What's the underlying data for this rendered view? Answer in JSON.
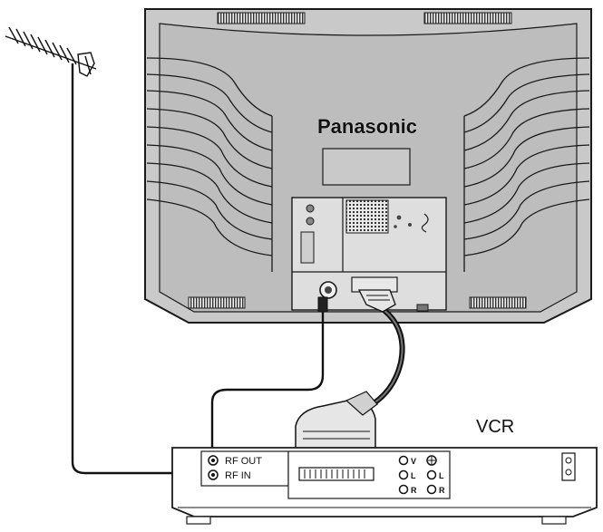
{
  "tv": {
    "brand": "Panasonic"
  },
  "vcr": {
    "title": "VCR",
    "rf_out_label": "RF OUT",
    "rf_in_label": "RF IN",
    "av_jacks": [
      "V",
      "L",
      "R"
    ],
    "av_jacks_right": [
      "L",
      "R"
    ]
  },
  "colors": {
    "tv_body": "#c9c9c9",
    "tv_panel": "#dcdcdc",
    "outline": "#1a1a1a",
    "cable": "#111111"
  }
}
